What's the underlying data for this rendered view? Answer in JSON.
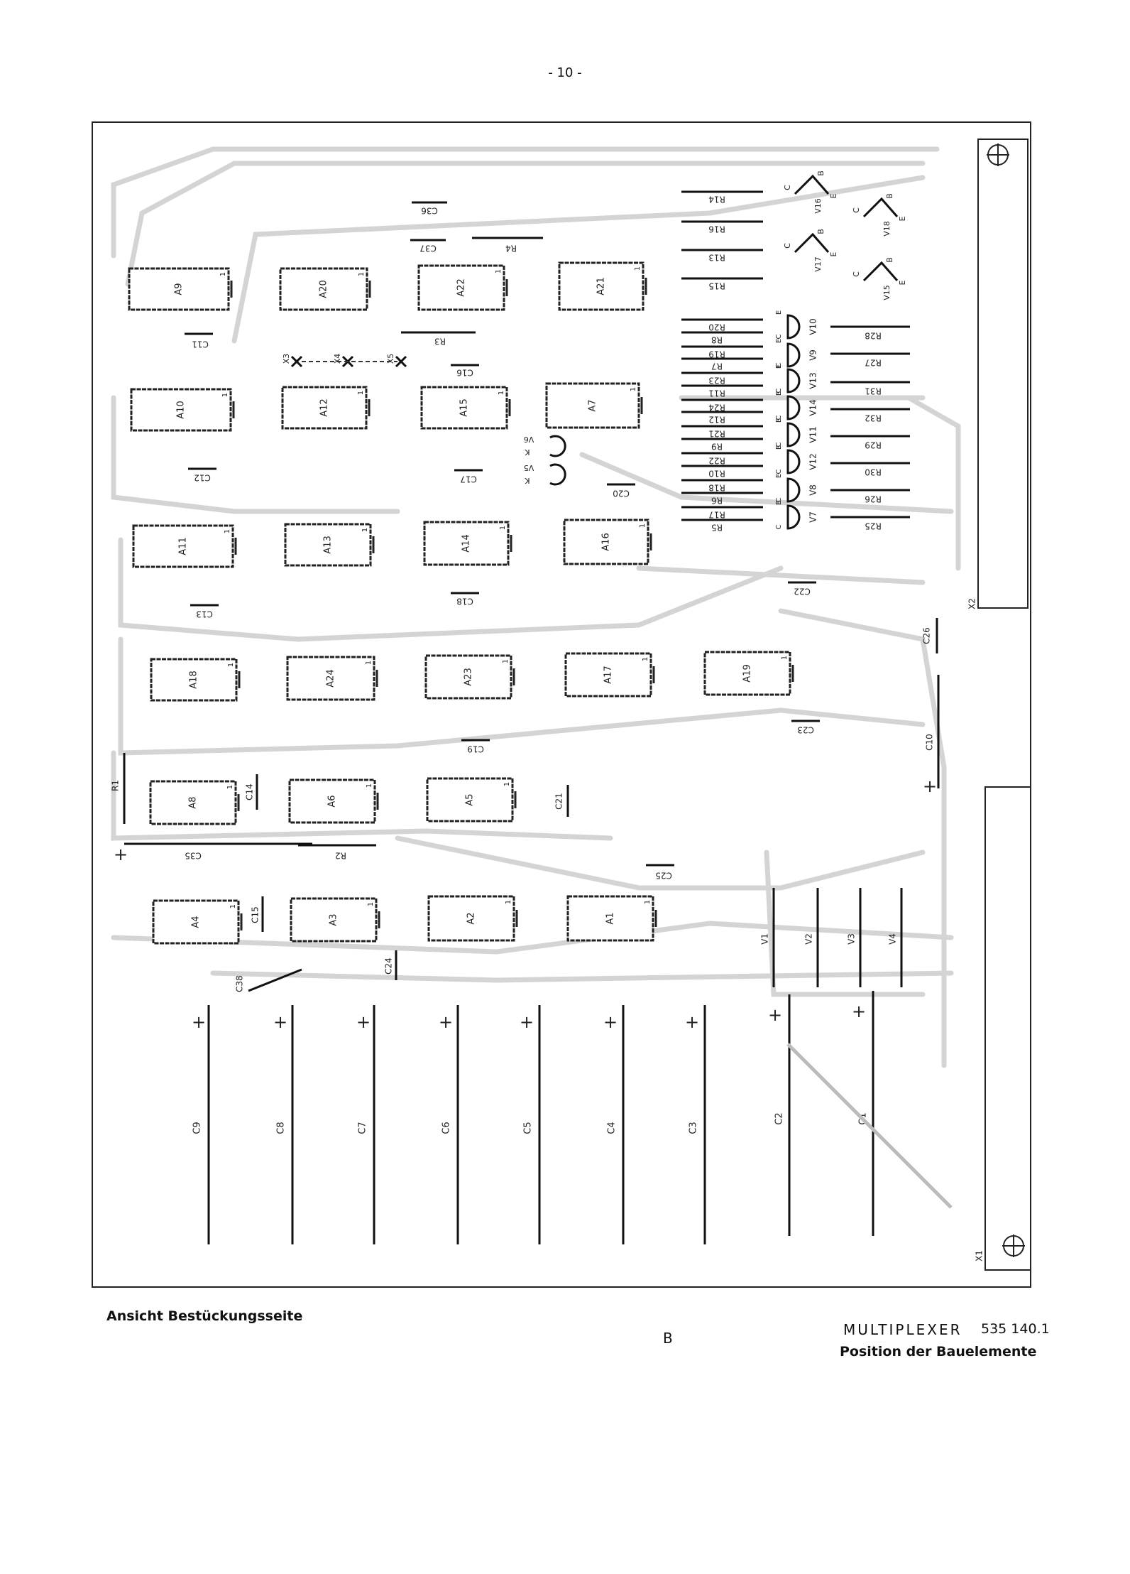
{
  "page_number": "- 10 -",
  "caption": {
    "view": "Ansicht Bestückungsseite",
    "letter": "B",
    "title": "MULTIPLEXER",
    "number": "535 140.1",
    "subtitle": "Position der Bauelemente"
  },
  "ics": [
    "A1",
    "A2",
    "A3",
    "A4",
    "A5",
    "A6",
    "A7",
    "A8",
    "A9",
    "A10",
    "A11",
    "A12",
    "A13",
    "A14",
    "A15",
    "A16",
    "A17",
    "A18",
    "A19",
    "A20",
    "A21",
    "A22",
    "A23",
    "A24"
  ],
  "resistors": [
    "R1",
    "R2",
    "R3",
    "R4",
    "R5",
    "R6",
    "R7",
    "R8",
    "R9",
    "R10",
    "R11",
    "R12",
    "R13",
    "R14",
    "R15",
    "R16",
    "R17",
    "R18",
    "R19",
    "R20",
    "R21",
    "R22",
    "R23",
    "R24",
    "R25",
    "R26",
    "R27",
    "R28",
    "R29",
    "R30",
    "R31",
    "R32"
  ],
  "capacitors_small": [
    "C10",
    "C11",
    "C12",
    "C13",
    "C14",
    "C15",
    "C16",
    "C17",
    "C18",
    "C19",
    "C20",
    "C21",
    "C22",
    "C23",
    "C24",
    "C25",
    "C26",
    "C35",
    "C36",
    "C37",
    "C38"
  ],
  "capacitors_large": [
    "C1",
    "C2",
    "C3",
    "C4",
    "C5",
    "C6",
    "C7",
    "C8",
    "C9"
  ],
  "transistors": [
    "V1",
    "V2",
    "V3",
    "V4",
    "V5",
    "V6",
    "V7",
    "V8",
    "V9",
    "V10",
    "V11",
    "V12",
    "V13",
    "V14",
    "V15",
    "V16",
    "V17",
    "V18"
  ],
  "jumpers": [
    "X3",
    "X4",
    "X5"
  ],
  "connectors": [
    "X1",
    "X2"
  ],
  "pin_labels": {
    "b": "B",
    "c": "C",
    "e": "E",
    "k": "K",
    "one": "1",
    "plus": "+"
  }
}
